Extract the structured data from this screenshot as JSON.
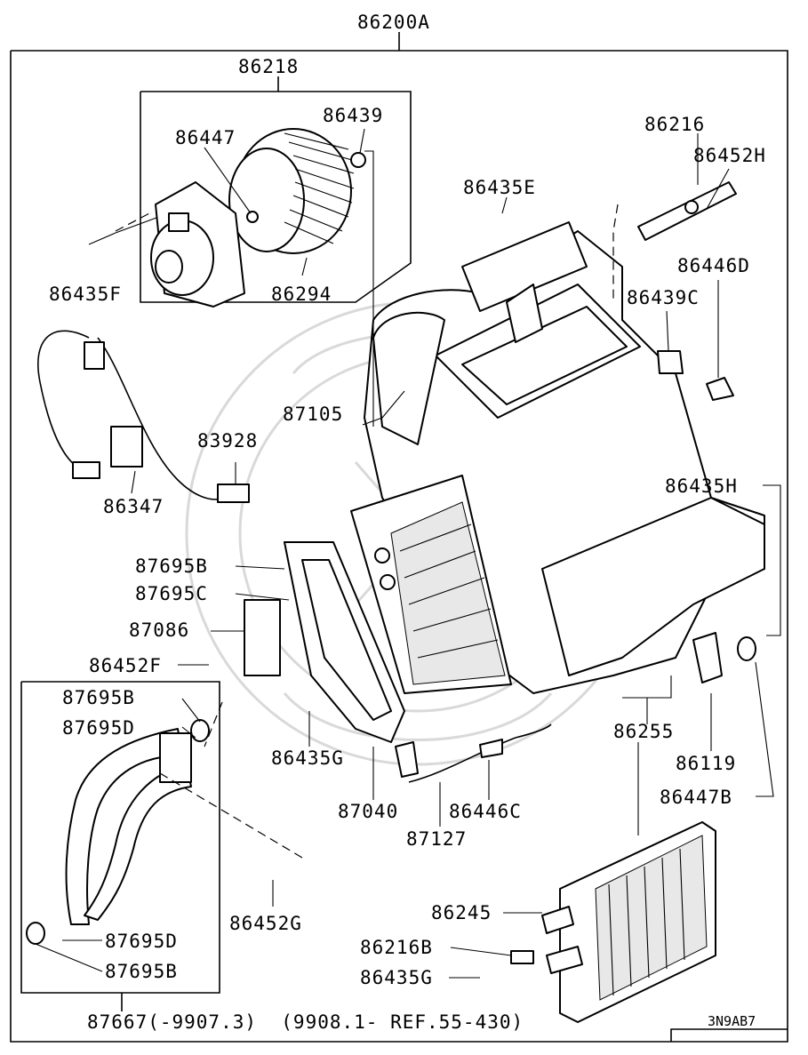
{
  "diagram": {
    "top_label": "86200A",
    "ref_code": "3N9AB7",
    "footer_note": "87667(-9907.3)  (9908.1- REF.55-430)",
    "parts": {
      "p86218": "86218",
      "p86439": "86439",
      "p86447": "86447",
      "p86435F": "86435F",
      "p86294": "86294",
      "p86435E": "86435E",
      "p86216": "86216",
      "p86452H": "86452H",
      "p86446D": "86446D",
      "p86439C": "86439C",
      "p87105": "87105",
      "p83928": "83928",
      "p86347": "86347",
      "p86435H": "86435H",
      "p87695B_a": "87695B",
      "p87695C": "87695C",
      "p87086": "87086",
      "p86452F": "86452F",
      "p87695B_b": "87695B",
      "p87695D_a": "87695D",
      "p86435G_a": "86435G",
      "p86255": "86255",
      "p86119": "86119",
      "p86447B": "86447B",
      "p87040": "87040",
      "p86446C": "86446C",
      "p87127": "87127",
      "p86452G": "86452G",
      "p86245": "86245",
      "p86216B": "86216B",
      "p86435G_b": "86435G",
      "p87695D_b": "87695D",
      "p87695B_c": "87695B"
    }
  }
}
